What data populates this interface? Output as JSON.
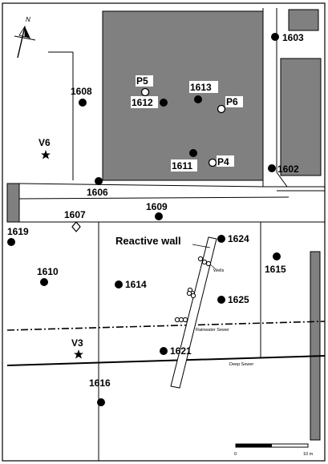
{
  "north_label": "N",
  "wells": [
    {
      "id": "w1603",
      "label": "1603"
    },
    {
      "id": "w1608",
      "label": "1608"
    },
    {
      "id": "w1612",
      "label": "1612"
    },
    {
      "id": "w1613",
      "label": "1613"
    },
    {
      "id": "w1611",
      "label": "1611"
    },
    {
      "id": "w1602",
      "label": "1602"
    },
    {
      "id": "w1606",
      "label": "1606"
    },
    {
      "id": "w1609",
      "label": "1609"
    },
    {
      "id": "w1619",
      "label": "1619"
    },
    {
      "id": "w1624",
      "label": "1624"
    },
    {
      "id": "w1615",
      "label": "1615"
    },
    {
      "id": "w1610",
      "label": "1610"
    },
    {
      "id": "w1614",
      "label": "1614"
    },
    {
      "id": "w1625",
      "label": "1625"
    },
    {
      "id": "w1621",
      "label": "1621"
    },
    {
      "id": "w1616",
      "label": "1616"
    }
  ],
  "piezometers": [
    {
      "id": "p5",
      "label": "P5"
    },
    {
      "id": "p6",
      "label": "P6"
    },
    {
      "id": "p4",
      "label": "P4"
    }
  ],
  "special_well": {
    "id": "w1607",
    "label": "1607"
  },
  "vents": [
    {
      "id": "v6",
      "label": "V6"
    },
    {
      "id": "v3",
      "label": "V3"
    }
  ],
  "annotations": {
    "reactive_wall": "Reactive wall",
    "wells_small": "Wells",
    "rainwater_sewer": "Rainwater Sewer",
    "deep_sewer": "Deep Sewer"
  },
  "scale_bar": {
    "start": "0",
    "end": "10 m"
  },
  "colors": {
    "building": "#808080",
    "line": "#000000",
    "background": "#ffffff"
  }
}
